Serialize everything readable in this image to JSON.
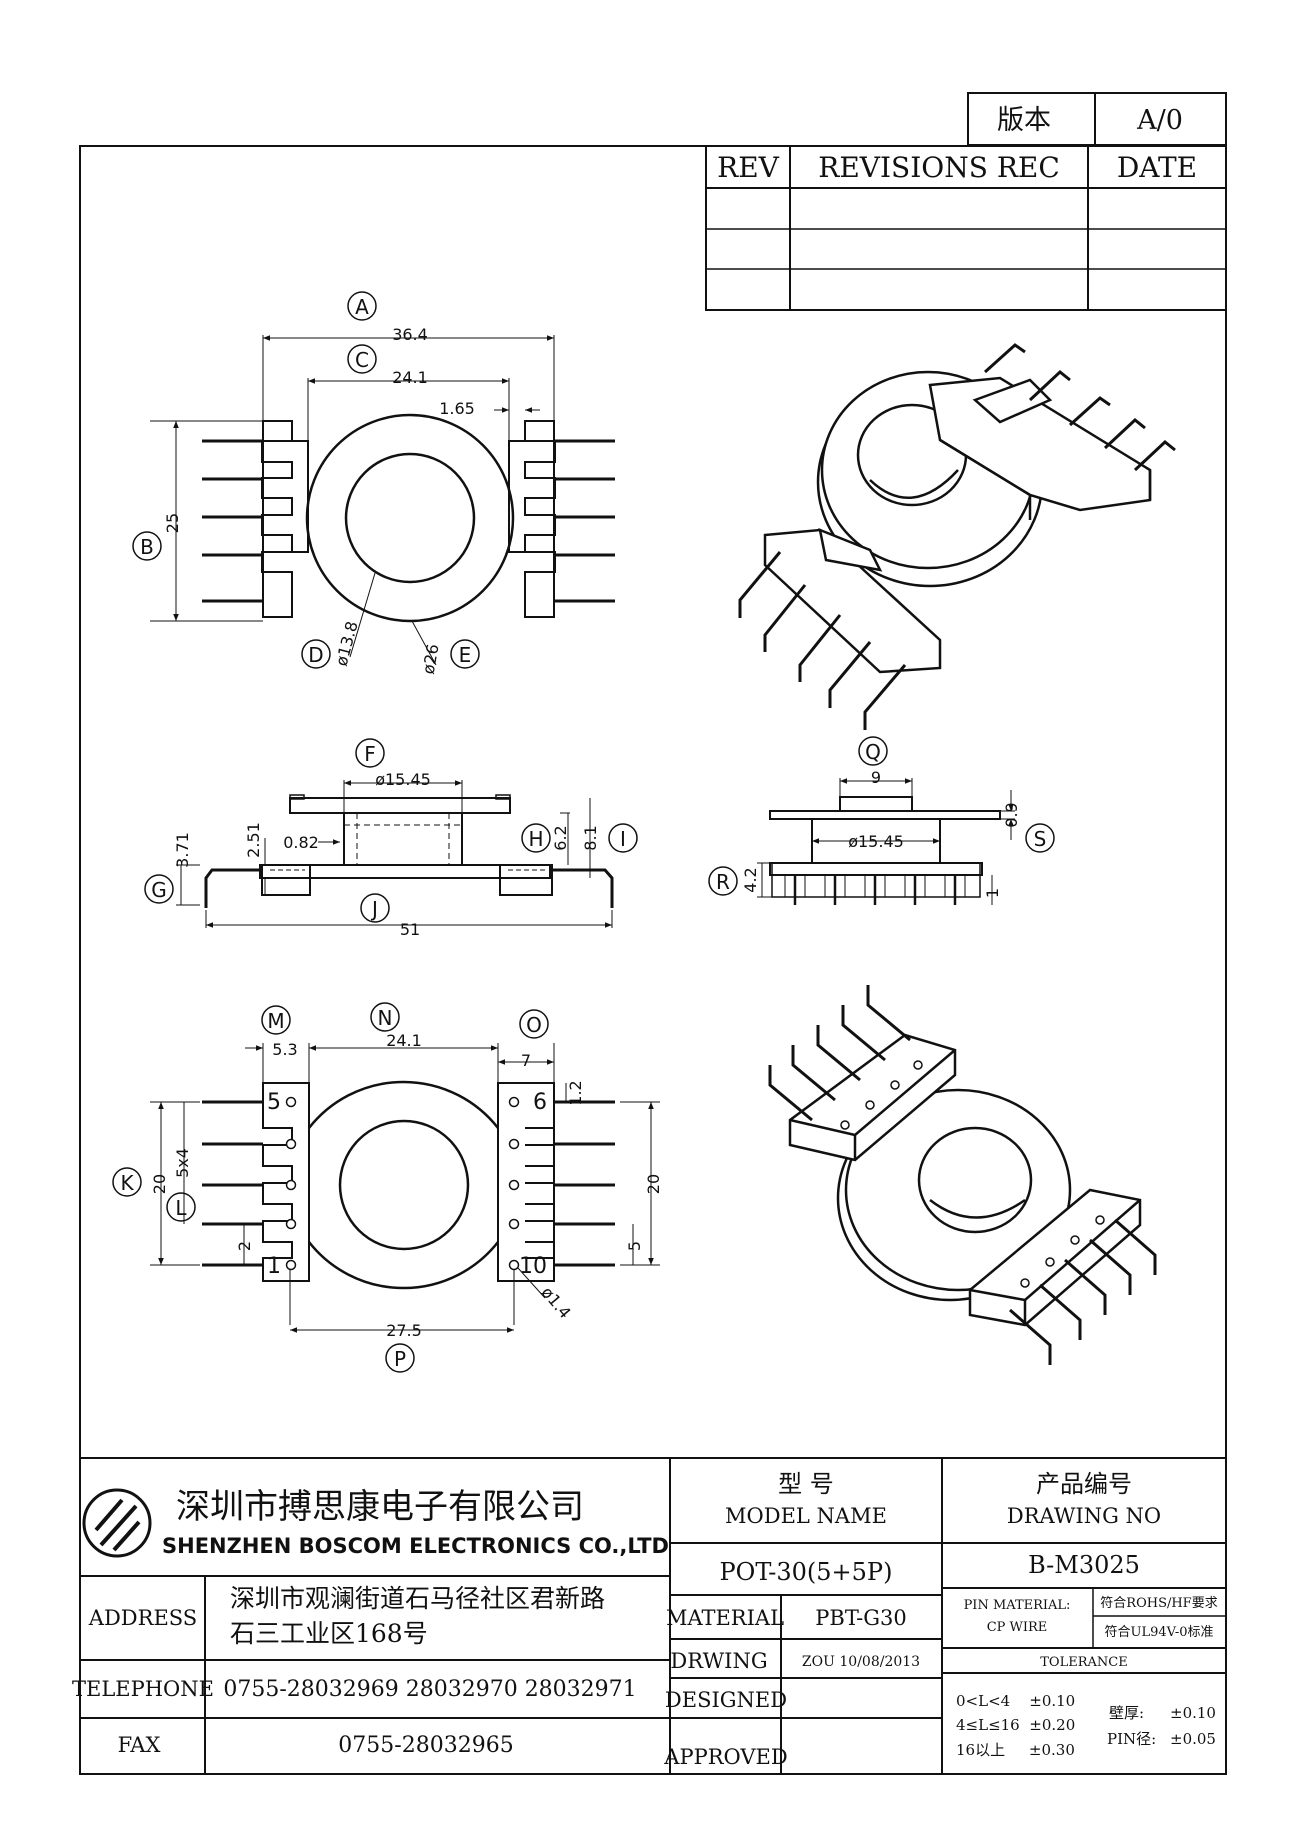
{
  "version_box": {
    "label": "版本",
    "value": "A/0"
  },
  "revisions": {
    "headers": [
      "REV",
      "REVISIONS REC",
      "DATE"
    ],
    "rows": [
      [
        "",
        "",
        ""
      ],
      [
        "",
        "",
        ""
      ],
      [
        "",
        "",
        ""
      ]
    ]
  },
  "top_view": {
    "dims": {
      "a": "36.4",
      "c": "24.1",
      "gap": "1.65",
      "b": "25",
      "d": "ø13.8",
      "e": "ø26"
    },
    "markers": {
      "a": "A",
      "b": "B",
      "c": "C",
      "d": "D",
      "e": "E"
    }
  },
  "side_view": {
    "dims": {
      "f": "ø15.45",
      "h251": "2.51",
      "h082": "0.82",
      "h371": "3.71",
      "h62": "6.2",
      "h81": "8.1",
      "j": "51"
    },
    "markers": {
      "f": "F",
      "g": "G",
      "h": "H",
      "i": "I",
      "j": "J"
    }
  },
  "end_view": {
    "dims": {
      "q": "9",
      "core": "ø15.45",
      "s": "0.9",
      "r": "4.2",
      "pin": "1"
    },
    "markers": {
      "q": "Q",
      "r": "R",
      "s": "S"
    }
  },
  "bottom_view": {
    "dims": {
      "m": "5.3",
      "n": "24.1",
      "o": "7",
      "k": "20",
      "l": "5x4",
      "pitch2": "2",
      "right20": "20",
      "right5": "5",
      "top12": "1.2",
      "p": "27.5",
      "hole": "ø1.4"
    },
    "pin_labels": {
      "p1": "1",
      "p5": "5",
      "p6": "6",
      "p10": "10"
    },
    "markers": {
      "k": "K",
      "l": "L",
      "m": "M",
      "n": "N",
      "o": "O",
      "p": "P"
    }
  },
  "title_block": {
    "company_cn": "深圳市搏思康电子有限公司",
    "company_en": "SHENZHEN BOSCOM ELECTRONICS CO.,LTD",
    "model_label_cn": "型 号",
    "model_label_en": "MODEL NAME",
    "drawing_no_label_cn": "产品编号",
    "drawing_no_label_en": "DRAWING NO",
    "model_name": "POT-30(5+5P)",
    "drawing_no": "B-M3025",
    "address_label": "ADDRESS",
    "address_line1": "深圳市观澜街道石马径社区君新路",
    "address_line2": "石三工业区168号",
    "material_label": "MATERIAL",
    "material_value": "PBT-G30",
    "pin_material_label": "PIN MATERIAL:",
    "pin_material_value": "符合ROHS/HF要求",
    "cp_wire_label": "CP WIRE",
    "cp_wire_value": "符合UL94V-0标准",
    "tolerance_label": "TOLERANCE",
    "drawing_label": "DRWING",
    "drawing_value": "ZOU 10/08/2013",
    "telephone_label": "TELEPHONE",
    "telephone_value": "0755-28032969 28032970 28032971",
    "designed_label": "DESIGNED",
    "fax_label": "FAX",
    "fax_value": "0755-28032965",
    "approved_label": "APPROVED",
    "tol1": "0<L<4    ±0.10",
    "tol2": "4≤L≤16  ±0.20",
    "tol3": "16以上     ±0.30",
    "wall_label": "壁厚:",
    "wall_value": "±0.10",
    "pin_dia_label": "PIN径:",
    "pin_dia_value": "±0.05"
  }
}
